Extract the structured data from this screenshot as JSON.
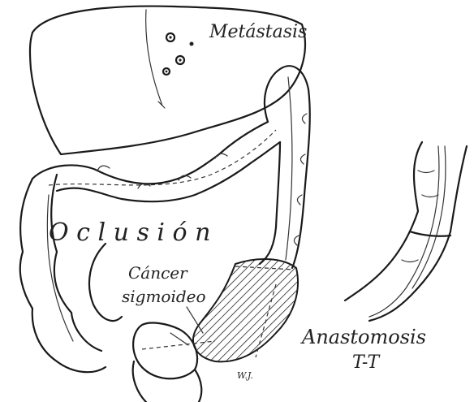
{
  "labels": {
    "metastasis": "Metástasis",
    "oclusion": "O c l u s i ó n",
    "cancer_line1": "Cáncer",
    "cancer_line2": "sigmoideo",
    "anastomosis_line1": "Anastomosis",
    "anastomosis_line2": "T-T",
    "signature": "W.J."
  }
}
